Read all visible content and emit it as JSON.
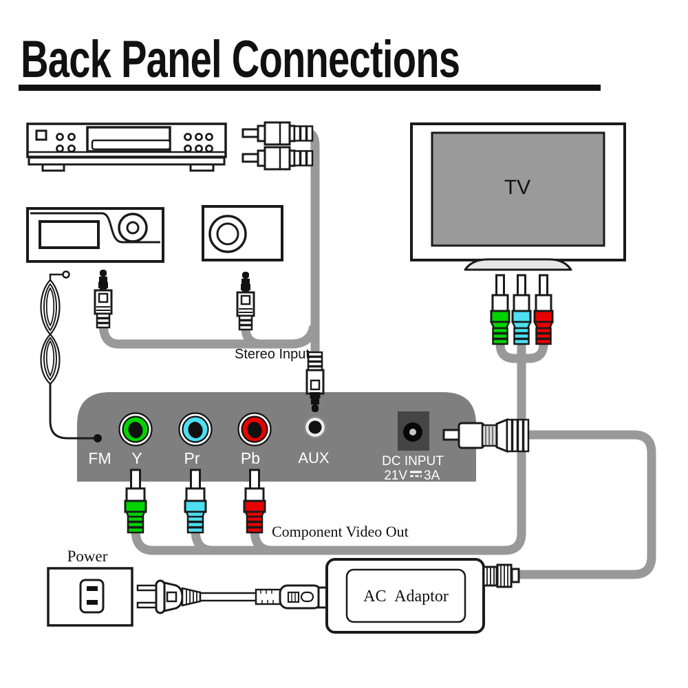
{
  "title": "Back Panel Connections",
  "devices": {
    "tv_label": "TV",
    "power_label": "Power",
    "ac_adaptor_label": "AC Adaptor"
  },
  "cable_labels": {
    "stereo_input": "Stereo Input",
    "component_video_out": "Component Video Out"
  },
  "panel": {
    "fm_label": "FM",
    "y_label": "Y",
    "pr_label": "Pr",
    "pb_label": "Pb",
    "aux_label": "AUX",
    "dc_input_label": "DC INPUT",
    "dc_voltage": "21V",
    "dc_current": "3A"
  },
  "colors": {
    "panel_gray": "#7f7f7f",
    "cable_gray": "#999999",
    "component_green": "#00d400",
    "component_cyan": "#4ddff2",
    "component_red": "#e80000",
    "tv_screen_gray": "#9a9a9a",
    "tv_frame_gray": "#efefef",
    "tv_stand_gray": "#e8e8e8",
    "dc_socket_dark": "#454545",
    "outline_black": "#1a1a1a"
  }
}
